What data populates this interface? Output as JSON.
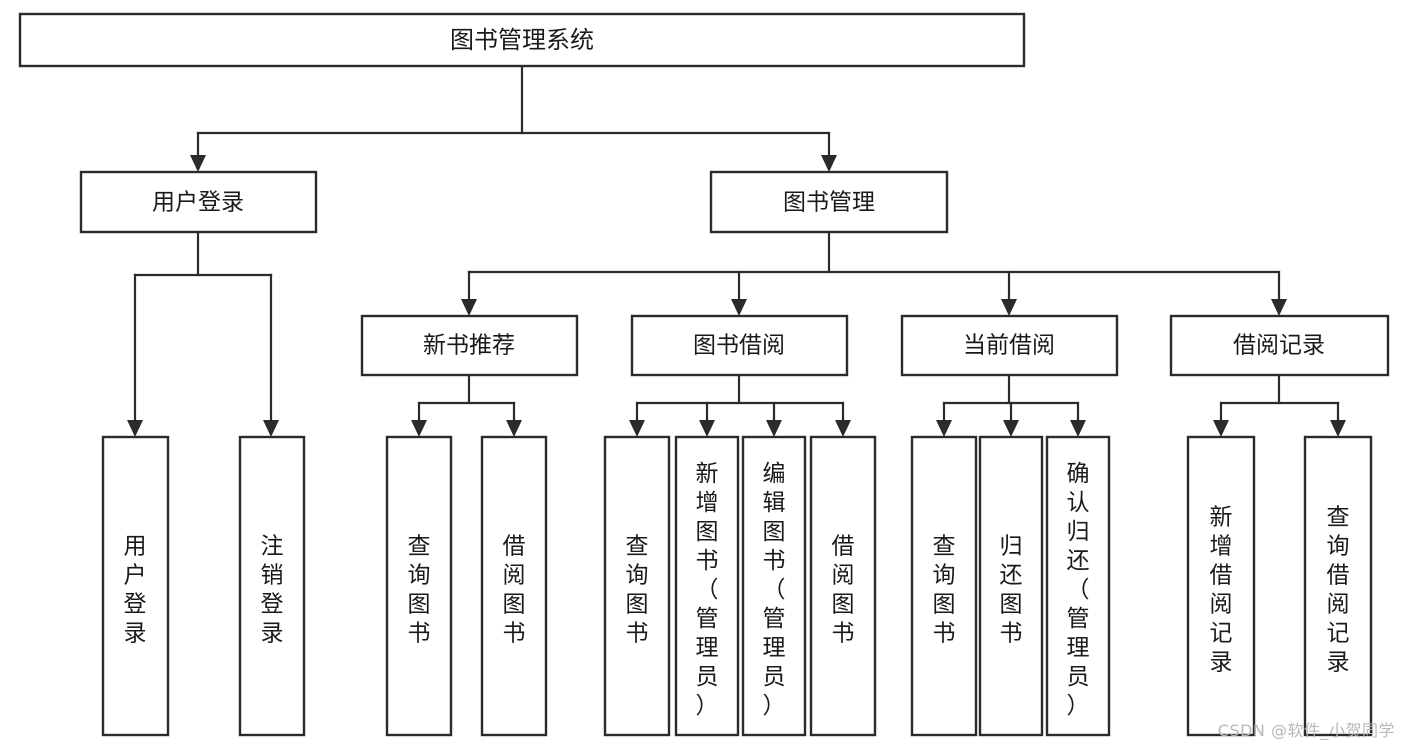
{
  "diagram": {
    "title": "图书管理系统",
    "type": "tree",
    "watermark": "CSDN @软件_小贺同学",
    "colors": {
      "box_fill": "#ffffff",
      "box_stroke": "#2b2b2b",
      "text": "#1a1a1a",
      "background": "#ffffff",
      "watermark": "#b8b8b8"
    },
    "levels": {
      "root": [
        "图书管理系统"
      ],
      "level1": [
        "用户登录",
        "图书管理"
      ],
      "level2": [
        "新书推荐",
        "图书借阅",
        "当前借阅",
        "借阅记录"
      ],
      "leaves": [
        "用户登录",
        "注销登录",
        "查询图书",
        "借阅图书",
        "查询图书",
        "新增图书（管理员）",
        "编辑图书（管理员）",
        "借阅图书",
        "查询图书",
        "归还图书",
        "确认归还（管理员）",
        "新增借阅记录",
        "查询借阅记录"
      ]
    },
    "nodes": {
      "root": {
        "label": "图书管理系统"
      },
      "user_login": {
        "label": "用户登录"
      },
      "book_manage": {
        "label": "图书管理"
      },
      "new_book_rec": {
        "label": "新书推荐"
      },
      "book_borrow": {
        "label": "图书借阅"
      },
      "current_borrow": {
        "label": "当前借阅"
      },
      "borrow_record": {
        "label": "借阅记录"
      },
      "leaf_user_login": {
        "label": "用户登录"
      },
      "leaf_logout": {
        "label": "注销登录"
      },
      "leaf_query_book_a": {
        "label": "查询图书"
      },
      "leaf_borrow_book_a": {
        "label": "借阅图书"
      },
      "leaf_query_book_b": {
        "label": "查询图书"
      },
      "leaf_add_book": {
        "label": "新增图书（管理员）"
      },
      "leaf_edit_book": {
        "label": "编辑图书（管理员）"
      },
      "leaf_borrow_book_b": {
        "label": "借阅图书"
      },
      "leaf_query_book_c": {
        "label": "查询图书"
      },
      "leaf_return_book": {
        "label": "归还图书"
      },
      "leaf_confirm_return": {
        "label": "确认归还（管理员）"
      },
      "leaf_add_record": {
        "label": "新增借阅记录"
      },
      "leaf_query_record": {
        "label": "查询借阅记录"
      }
    }
  }
}
